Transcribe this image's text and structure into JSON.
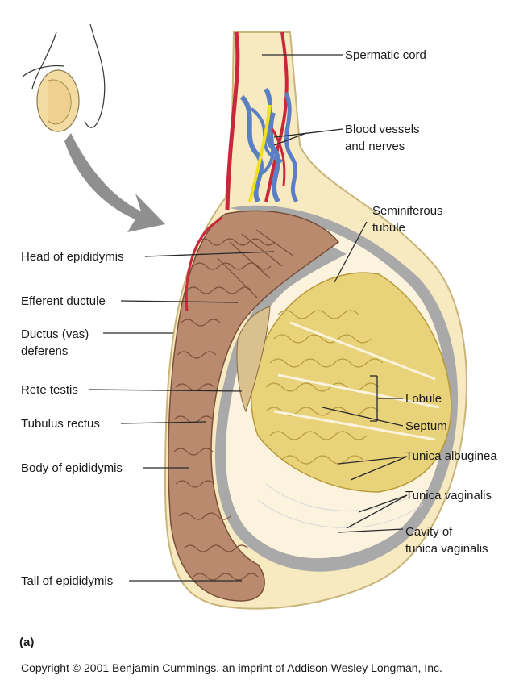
{
  "labels": {
    "spermatic_cord": "Spermatic cord",
    "blood_vessels_1": "Blood vessels",
    "blood_vessels_2": "and nerves",
    "seminiferous_1": "Seminiferous",
    "seminiferous_2": "tubule",
    "head_epididymis": "Head of epididymis",
    "efferent_ductule": "Efferent ductule",
    "ductus_1": "Ductus (vas)",
    "ductus_2": "deferens",
    "rete_testis": "Rete testis",
    "tubulus_rectus": "Tubulus rectus",
    "body_epididymis": "Body of epididymis",
    "tail_epididymis": "Tail of epididymis",
    "lobule": "Lobule",
    "septum": "Septum",
    "tunica_albuginea": "Tunica albuginea",
    "tunica_vaginalis": "Tunica vaginalis",
    "cavity_1": "Cavity of",
    "cavity_2": "tunica vaginalis"
  },
  "panel_label": "(a)",
  "copyright": "Copyright © 2001 Benjamin Cummings, an imprint of Addison Wesley Longman, Inc.",
  "colors": {
    "tissue_bg": "#f7e9c0",
    "epididymis": "#b98a6e",
    "epididymis_line": "#7a4f38",
    "tubules": "#e8d27a",
    "tubule_line": "#b89a3a",
    "albuginea": "#a9a9a9",
    "artery": "#c8283c",
    "vein": "#5b7fc4",
    "nerve": "#f0e020",
    "arrow": "#8f8f8f"
  }
}
